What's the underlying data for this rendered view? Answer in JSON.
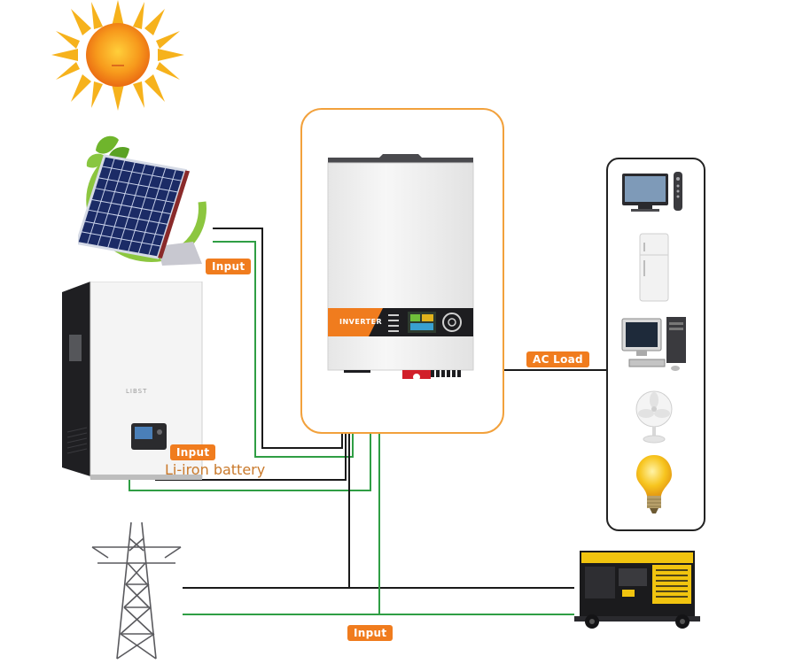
{
  "labels": {
    "pv_input": "Input",
    "battery_input": "Input",
    "battery_caption": "Li-iron battery",
    "ac_load": "AC Load",
    "grid_input": "Input",
    "inverter_badge": "INVERTER",
    "battery_brand": "LIBST"
  },
  "colors": {
    "accent_orange": "#f07c1e",
    "frame_orange": "#f2a13c",
    "wire_black": "#1a1a1a",
    "wire_green": "#2f9e44"
  },
  "icons": [
    "sun-icon",
    "solar-panel-icon",
    "inverter-icon",
    "battery-icon",
    "power-tower-icon",
    "generator-icon",
    "tv-icon",
    "fridge-icon",
    "computer-icon",
    "fan-icon",
    "light-bulb-icon"
  ]
}
